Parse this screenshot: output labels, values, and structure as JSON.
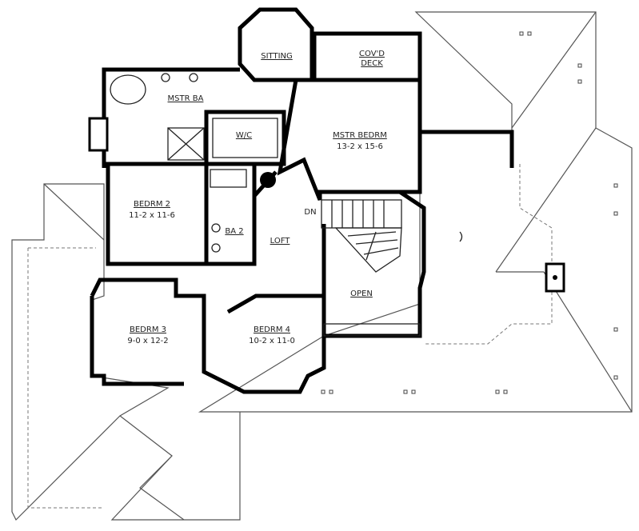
{
  "plan": {
    "rooms": {
      "sitting": {
        "name": "SITTING"
      },
      "covd_deck": {
        "name_line1": "COV'D",
        "name_line2": "DECK"
      },
      "master_bath": {
        "name": "MSTR BA"
      },
      "wic": {
        "name": "W/C"
      },
      "master_bedroom": {
        "name": "MSTR BEDRM",
        "size": "13-2 x 15-6"
      },
      "bedroom_2": {
        "name": "BEDRM 2",
        "size": "11-2 x 11-6"
      },
      "bath_2": {
        "name": "BA 2"
      },
      "loft": {
        "name": "LOFT"
      },
      "stair": {
        "name": "DN"
      },
      "open": {
        "name": "OPEN"
      },
      "bedroom_3": {
        "name": "BEDRM 3",
        "size": "9-0 x 12-2"
      },
      "bedroom_4": {
        "name": "BEDRM 4",
        "size": "10-2 x 11-0"
      }
    }
  }
}
